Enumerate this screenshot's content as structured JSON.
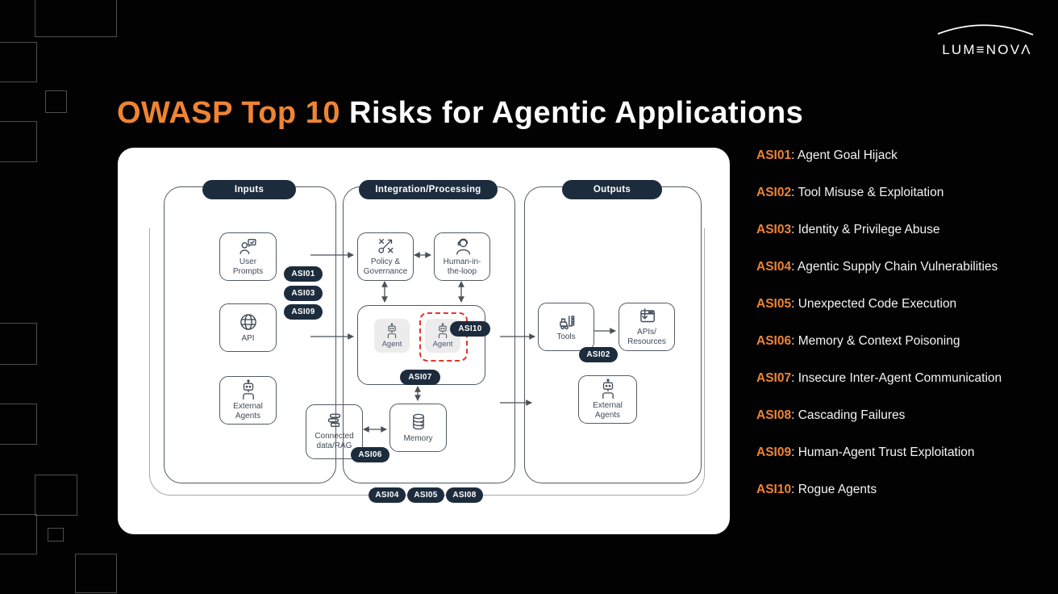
{
  "header": {
    "title_highlight": "OWASP Top 10",
    "title_rest": " Risks for Agentic Applications",
    "logo_text": "LUM≡NOVΛ"
  },
  "risk_list": {
    "separator": ": ",
    "items": [
      {
        "id": "ASI01",
        "name": "Agent Goal Hijack"
      },
      {
        "id": "ASI02",
        "name": "Tool Misuse & Exploitation"
      },
      {
        "id": "ASI03",
        "name": "Identity & Privilege Abuse"
      },
      {
        "id": "ASI04",
        "name": "Agentic Supply Chain Vulnerabilities"
      },
      {
        "id": "ASI05",
        "name": "Unexpected Code Execution"
      },
      {
        "id": "ASI06",
        "name": "Memory & Context Poisoning"
      },
      {
        "id": "ASI07",
        "name": "Insecure Inter-Agent Communication"
      },
      {
        "id": "ASI08",
        "name": "Cascading Failures"
      },
      {
        "id": "ASI09",
        "name": "Human-Agent Trust Exploitation"
      },
      {
        "id": "ASI10",
        "name": "Rogue Agents"
      }
    ]
  },
  "diagram": {
    "sections": {
      "inputs": "Inputs",
      "integration": "Integration/Processing",
      "outputs": "Outputs"
    },
    "nodes": {
      "user_prompts": "User\nPrompts",
      "api": "API",
      "external_agents_in": "External\nAgents",
      "policy": "Policy &\nGovernance",
      "hitl": "Human-in-\nthe-loop",
      "agent_left": "Agent",
      "agent_right": "Agent",
      "tools": "Tools",
      "apis_resources": "APIs/\nResources",
      "external_agents_out": "External\nAgents",
      "connected_data": "Connected\ndata/RAG",
      "memory": "Memory"
    },
    "badges": {
      "input_stack": [
        "ASI01",
        "ASI03",
        "ASI09"
      ],
      "rogue_agent": "ASI10",
      "inter_agent": "ASI07",
      "memory": "ASI06",
      "tools": "ASI02",
      "bottom": [
        "ASI04",
        "ASI05",
        "ASI08"
      ]
    }
  },
  "colors": {
    "accent_orange": "#EE8434",
    "pill_navy": "#1D2C3D",
    "alert_red": "#E5332B",
    "background": "#000000",
    "card": "#FFFFFF"
  }
}
